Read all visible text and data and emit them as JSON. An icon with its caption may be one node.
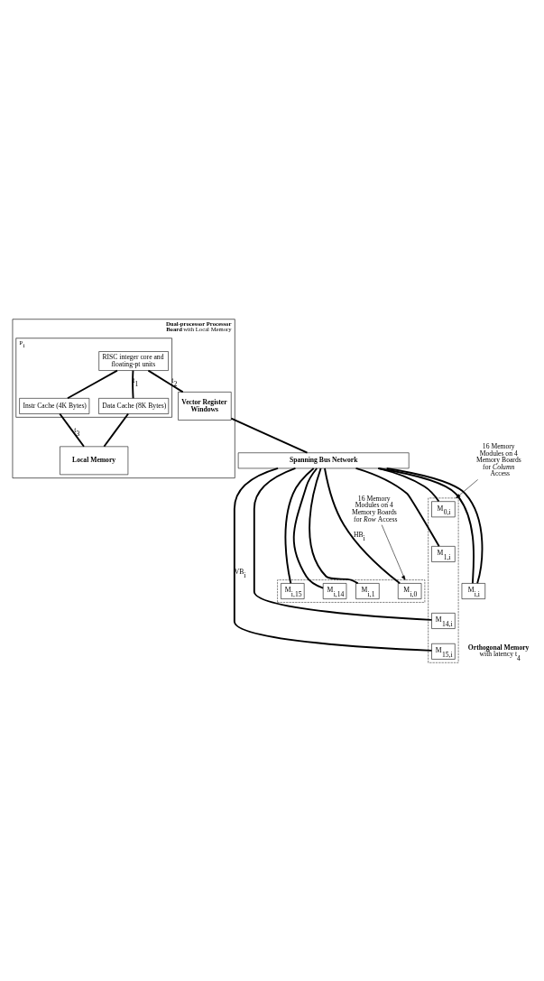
{
  "diagram": {
    "nodes": [
      {
        "text": [
          "**Dual-processor Processor Board** with Local Memory"
        ]
      },
      {
        "text": [
          "P$_{i}$"
        ],
        "in": 0
      },
      {
        "text": [
          "RISC integer core and floating-pt units"
        ],
        "in": 1
      },
      {
        "text": [
          "Instr Cache (4K Bytes)"
        ],
        "in": 1
      },
      {
        "text": [
          "Data Cache (8K Bytes)"
        ],
        "in": 1
      },
      {
        "text": [
          "Local Memory"
        ],
        "in": 0
      },
      {
        "text": [
          "Vector Register Windows"
        ],
        "in": 0
      },
      {
        "text": [
          "Spanning Bus Network"
        ]
      },
      {
        "text": [],
        "shape": "box"
      },
      {
        "text": [
          "M$_{0,i}$"
        ],
        "in": 8
      },
      {
        "text": [
          "M$_{1,i}$"
        ],
        "in": 8
      },
      {
        "text": [
          "16 Memory Modules on 4 Memory Boards for *Row* Access"
        ]
      },
      {
        "text": [],
        "shape": "box"
      },
      {
        "text": [
          "M$_{i,0}$"
        ],
        "in": 12
      },
      {
        "text": [
          "M$_{i,1}$"
        ],
        "in": 12
      },
      {
        "text": [
          "M$_{i,i}$"
        ]
      },
      {
        "text": [
          "M$_{i,15}$"
        ],
        "in": 12
      },
      {
        "text": [
          "M$_{i,14}$"
        ],
        "in": 12
      },
      {
        "text": [
          "M$_{14,i}$"
        ],
        "in": 8
      },
      {
        "text": [
          "M$_{15,i}$"
        ],
        "in": 8
      },
      {
        "text": [
          "16 Memory Modules on 4 Memory Boards for *Column* Access"
        ]
      }
    ],
    "edges": [
      {
        "from": 2,
        "to": 3,
        "arrow": "none"
      },
      {
        "from": 2,
        "to": 4,
        "arrow": "none",
        "label": "t$_{1}$"
      },
      {
        "from": 2,
        "to": 6,
        "arrow": "none",
        "label": "t$_{2}$"
      },
      {
        "from": 3,
        "to": 5,
        "arrow": "none",
        "label": "t$_{3}$"
      },
      {
        "from": 4,
        "to": 5,
        "arrow": "none"
      },
      {
        "from": 6,
        "to": 7,
        "arrow": "none"
      },
      {
        "from": 7,
        "to": 13,
        "arrow": "none",
        "label": "HB$_{i}$"
      },
      {
        "from": 7,
        "to": 14,
        "arrow": "none"
      },
      {
        "from": 7,
        "to": 15,
        "arrow": "none"
      },
      {
        "from": 7,
        "to": 16,
        "arrow": "none"
      },
      {
        "from": 7,
        "to": 17,
        "arrow": "none"
      },
      {
        "from": 7,
        "to": 9,
        "arrow": "none"
      },
      {
        "from": 7,
        "to": 10,
        "arrow": "none"
      },
      {
        "from": 7,
        "to": 15,
        "arrow": "none"
      },
      {
        "from": 7,
        "to": 18,
        "arrow": "none"
      },
      {
        "from": 7,
        "to": 19,
        "arrow": "none",
        "label": "VB$_{i}$"
      },
      {
        "from": 11,
        "to": 12,
        "arrow": "to"
      },
      {
        "from": 20,
        "to": 8,
        "arrow": "to"
      }
    ],
    "labels": [
      "**Orthogonal Memory** with latency t$_{4}$"
    ]
  }
}
